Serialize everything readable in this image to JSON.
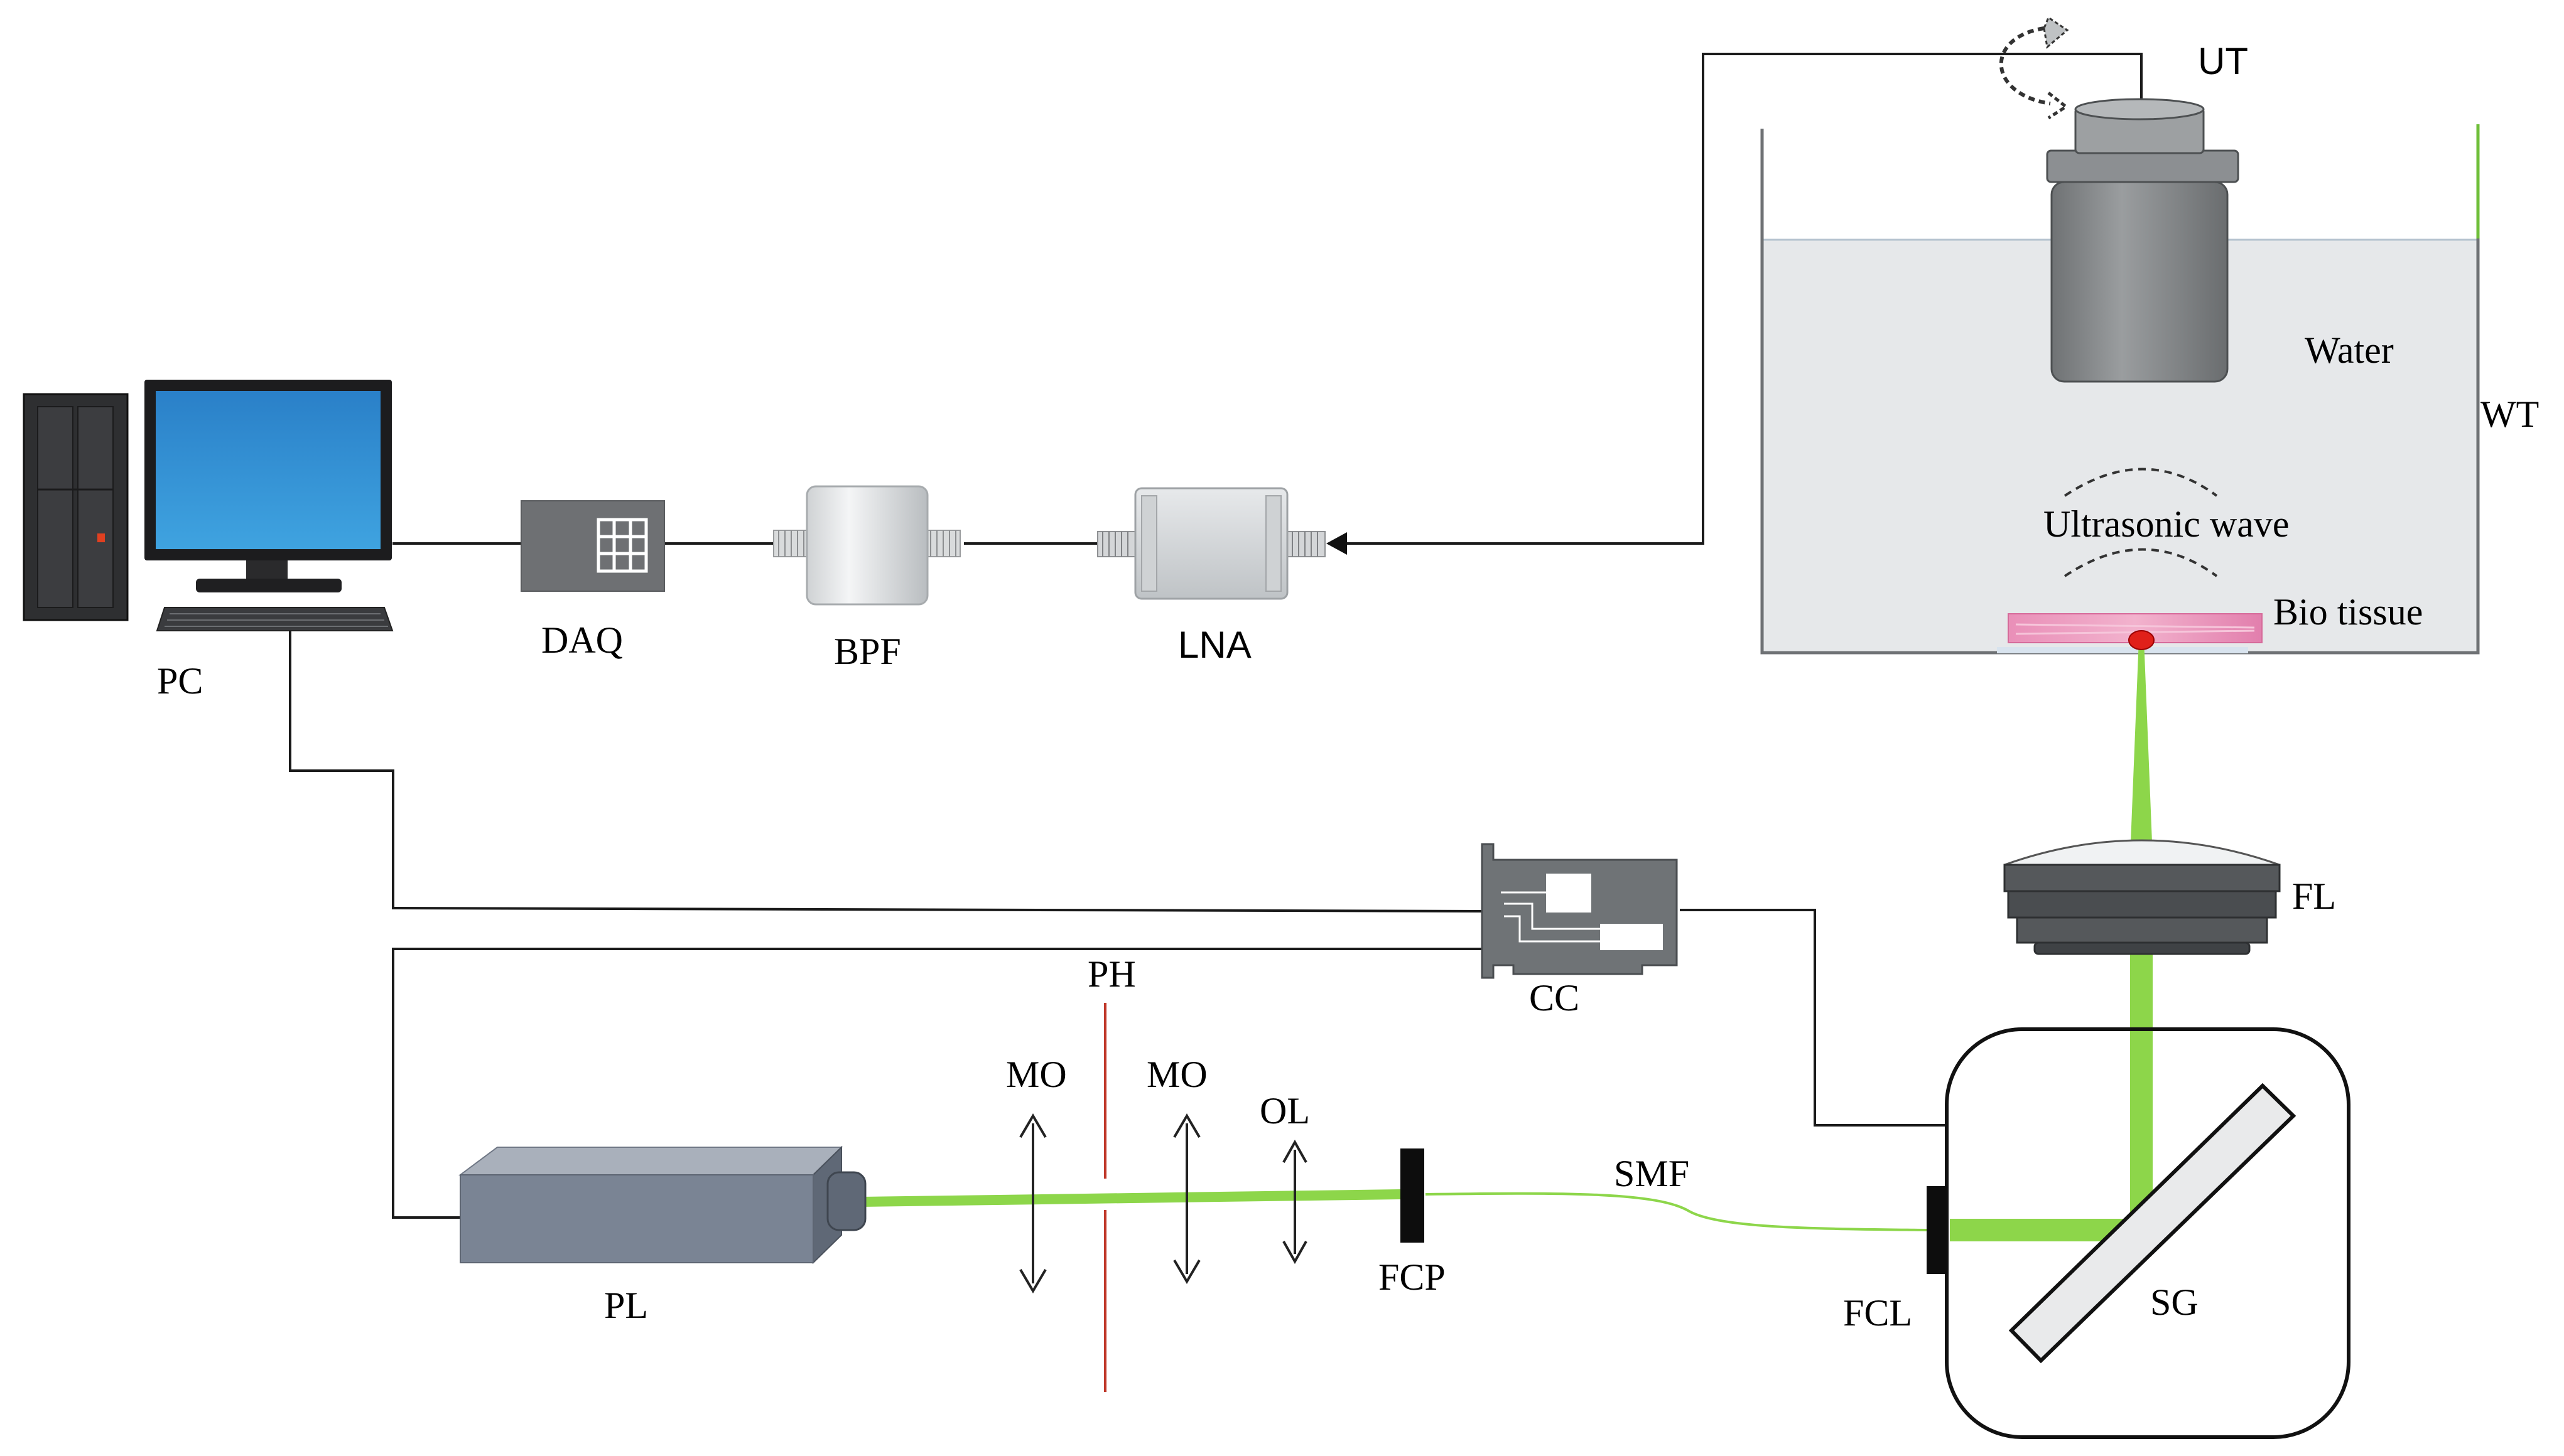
{
  "labels": {
    "pc": "PC",
    "daq": "DAQ",
    "bpf": "BPF",
    "lna": "LNA",
    "ut": "UT",
    "water": "Water",
    "wt": "WT",
    "ultrasonic_wave": "Ultrasonic wave",
    "bio_tissue": "Bio tissue",
    "fl": "FL",
    "cc": "CC",
    "ph": "PH",
    "mo_1": "MO",
    "mo_2": "MO",
    "ol": "OL",
    "smf": "SMF",
    "fcp": "FCP",
    "pl": "PL",
    "fcl": "FCL",
    "sg": "SG"
  },
  "colors": {
    "laser_beam": "#8dd64a",
    "water": "#e6e8ea",
    "tissue": "#e58bb3",
    "focal_spot": "#e0201a",
    "pinhole": "#c0392b",
    "monitor_screen": "#2f8fd0",
    "device_gray": "#7a7e82"
  },
  "icons": {
    "pc": "desktop-computer-icon",
    "daq": "daq-module-icon",
    "bpf": "bandpass-filter-icon",
    "lna": "amplifier-icon",
    "ut": "ultrasound-transducer-icon",
    "scan_arrow": "rotation-arrow-icon",
    "cc": "control-card-icon",
    "pl": "pulsed-laser-icon",
    "fl": "focusing-lens-icon",
    "sg": "scanning-galvo-mirror-icon"
  }
}
